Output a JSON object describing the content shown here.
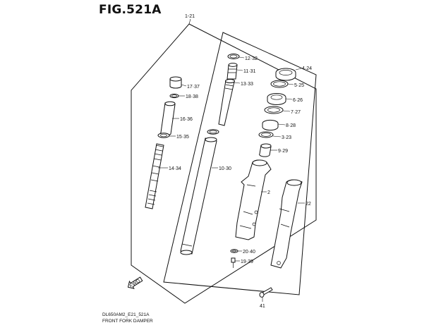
{
  "figure": {
    "title": "FIG.521A",
    "footer_code": "DL650AM2_E21_521A",
    "footer_caption": "FRONT FORK DAMPER",
    "fwd_badge": "FWD"
  },
  "callouts": [
    {
      "id": "c-1-21",
      "text": "1-21"
    },
    {
      "id": "c-12-32",
      "text": "12·32"
    },
    {
      "id": "c-11-31",
      "text": "11·31"
    },
    {
      "id": "c-13-33",
      "text": "13·33"
    },
    {
      "id": "c-17-37",
      "text": "17·37"
    },
    {
      "id": "c-18-38",
      "text": "18·38"
    },
    {
      "id": "c-16-36",
      "text": "16·36"
    },
    {
      "id": "c-15-35",
      "text": "15·35"
    },
    {
      "id": "c-14-34",
      "text": "14·34"
    },
    {
      "id": "c-10-30",
      "text": "10·30"
    },
    {
      "id": "c-4-24",
      "text": "4·24"
    },
    {
      "id": "c-5-25",
      "text": "5·25"
    },
    {
      "id": "c-6-26",
      "text": "6·26"
    },
    {
      "id": "c-7-27",
      "text": "7·27"
    },
    {
      "id": "c-8-28",
      "text": "8·28"
    },
    {
      "id": "c-3-23",
      "text": "3·23"
    },
    {
      "id": "c-9-29",
      "text": "9·29"
    },
    {
      "id": "c-2",
      "text": "2"
    },
    {
      "id": "c-22",
      "text": "22"
    },
    {
      "id": "c-20-40",
      "text": "20·40"
    },
    {
      "id": "c-19-39",
      "text": "19·39"
    },
    {
      "id": "c-41",
      "text": "41"
    }
  ]
}
